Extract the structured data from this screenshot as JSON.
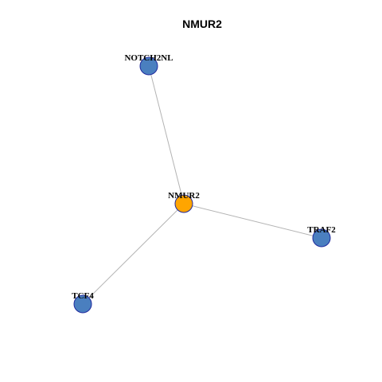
{
  "title": "NMUR2",
  "colors": {
    "background": "#ffffff",
    "edge": "#b3b3b3",
    "node_border": "#1f2a9e",
    "neighbor_fill": "#4a7fbf",
    "center_fill": "#ffa500"
  },
  "graph": {
    "center": "NMUR2",
    "nodes": [
      {
        "id": "NMUR2",
        "label": "NMUR2",
        "role": "center"
      },
      {
        "id": "NOTCH2NL",
        "label": "NOTCH2NL",
        "role": "neighbor"
      },
      {
        "id": "TRAF2",
        "label": "TRAF2",
        "role": "neighbor"
      },
      {
        "id": "TCF4",
        "label": "TCF4",
        "role": "neighbor"
      }
    ],
    "edges": [
      {
        "source": "NMUR2",
        "target": "NOTCH2NL"
      },
      {
        "source": "NMUR2",
        "target": "TRAF2"
      },
      {
        "source": "NMUR2",
        "target": "TCF4"
      }
    ]
  }
}
